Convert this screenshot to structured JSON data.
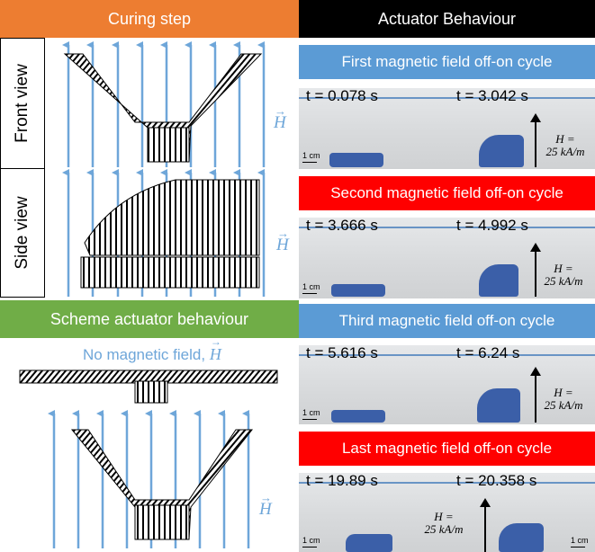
{
  "left": {
    "header": "Curing step",
    "front_view": "Front view",
    "side_view": "Side view",
    "scheme_header": "Scheme actuator behaviour",
    "no_field_label": "No magnetic field,",
    "h_symbol": "H"
  },
  "right": {
    "header": "Actuator Behaviour",
    "scale": "1 cm",
    "field_label_1": "H =",
    "field_label_2": "25 kA/m",
    "cycles": [
      {
        "title": "First magnetic field off-on cycle",
        "color": "#5b9bd5",
        "t1": "t = 0.078 s",
        "t2": "t = 3.042 s"
      },
      {
        "title": "Second magnetic field off-on cycle",
        "color": "#ff0000",
        "t1": "t = 3.666 s",
        "t2": "t = 4.992 s"
      },
      {
        "title": "Third magnetic field off-on cycle",
        "color": "#5b9bd5",
        "t1": "t = 5.616 s",
        "t2": "t = 6.24 s"
      },
      {
        "title": "Last magnetic field off-on cycle",
        "color": "#ff0000",
        "t1": "t = 19.89 s",
        "t2": "t = 20.358 s"
      }
    ]
  },
  "colors": {
    "orange": "#ed7d31",
    "green": "#70ad47",
    "blue": "#5b9bd5",
    "red": "#ff0000",
    "arrow": "#6ea6d9",
    "black": "#000000"
  }
}
